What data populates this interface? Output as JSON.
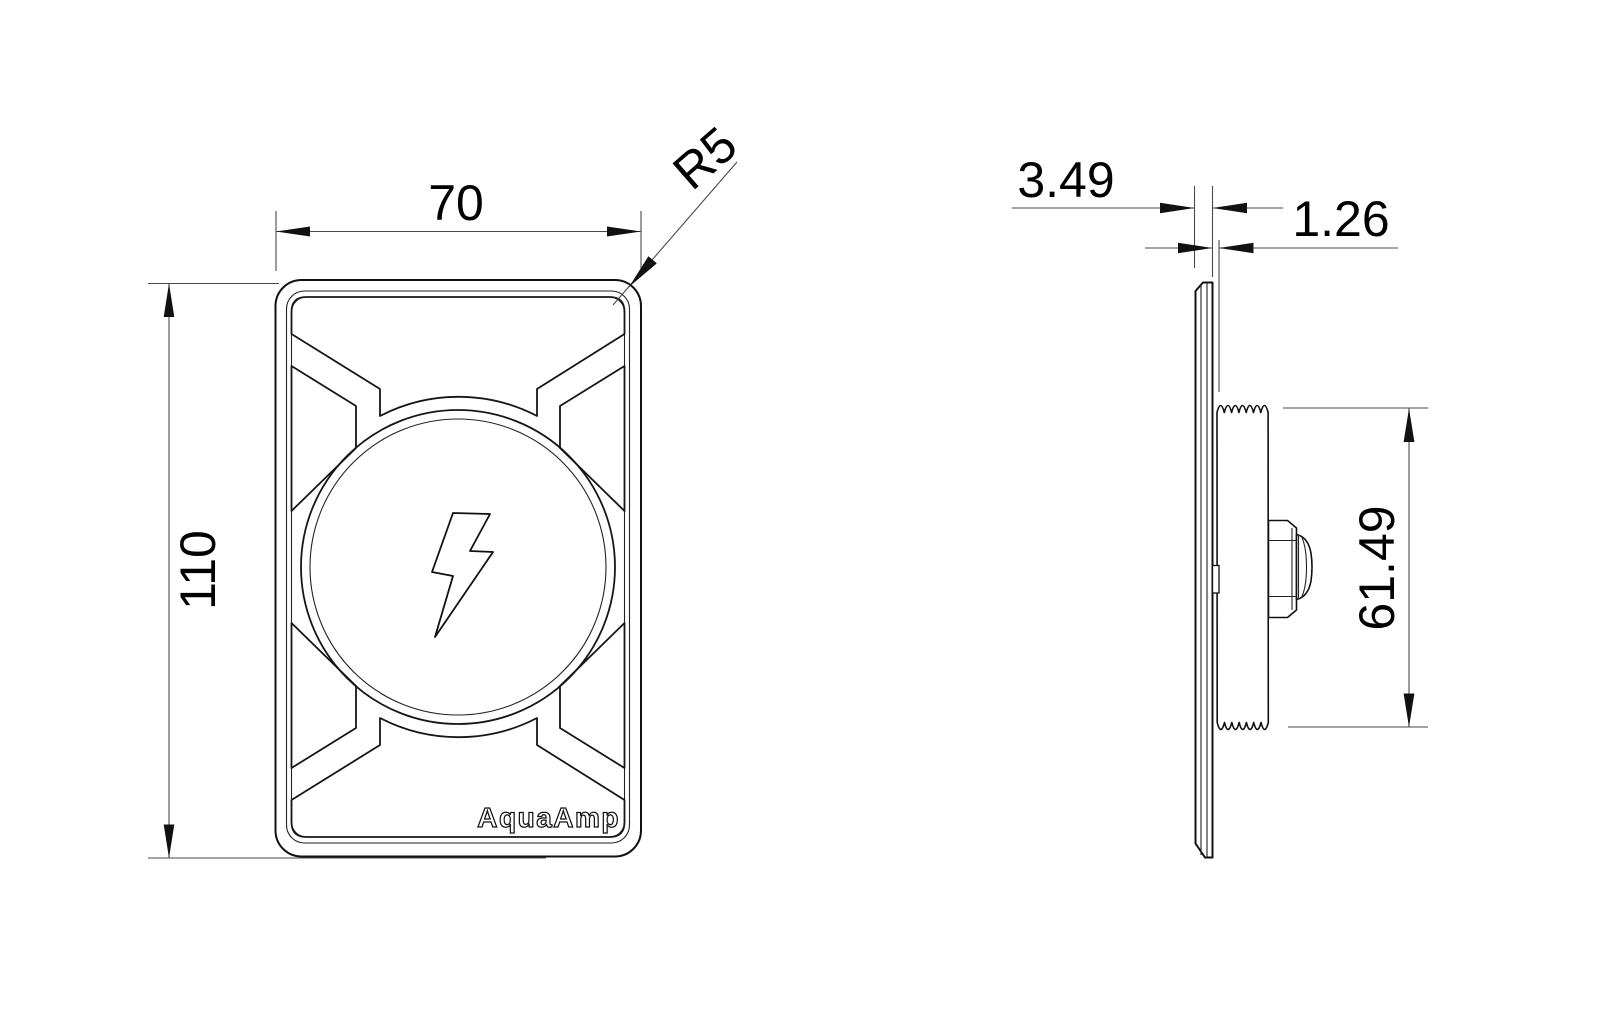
{
  "drawing": {
    "background_color": "#ffffff",
    "line_color": "#111111",
    "dim_line_color": "#4a4a4a",
    "text_color": "#000000",
    "logo_text": "AquaAmp",
    "front_view": {
      "width_dim": "70",
      "height_dim": "110",
      "corner_radius_dim": "R5"
    },
    "side_view": {
      "overall_thickness_dim": "3.49",
      "plate_offset_dim": "1.26",
      "coil_length_dim": "61.49"
    }
  }
}
